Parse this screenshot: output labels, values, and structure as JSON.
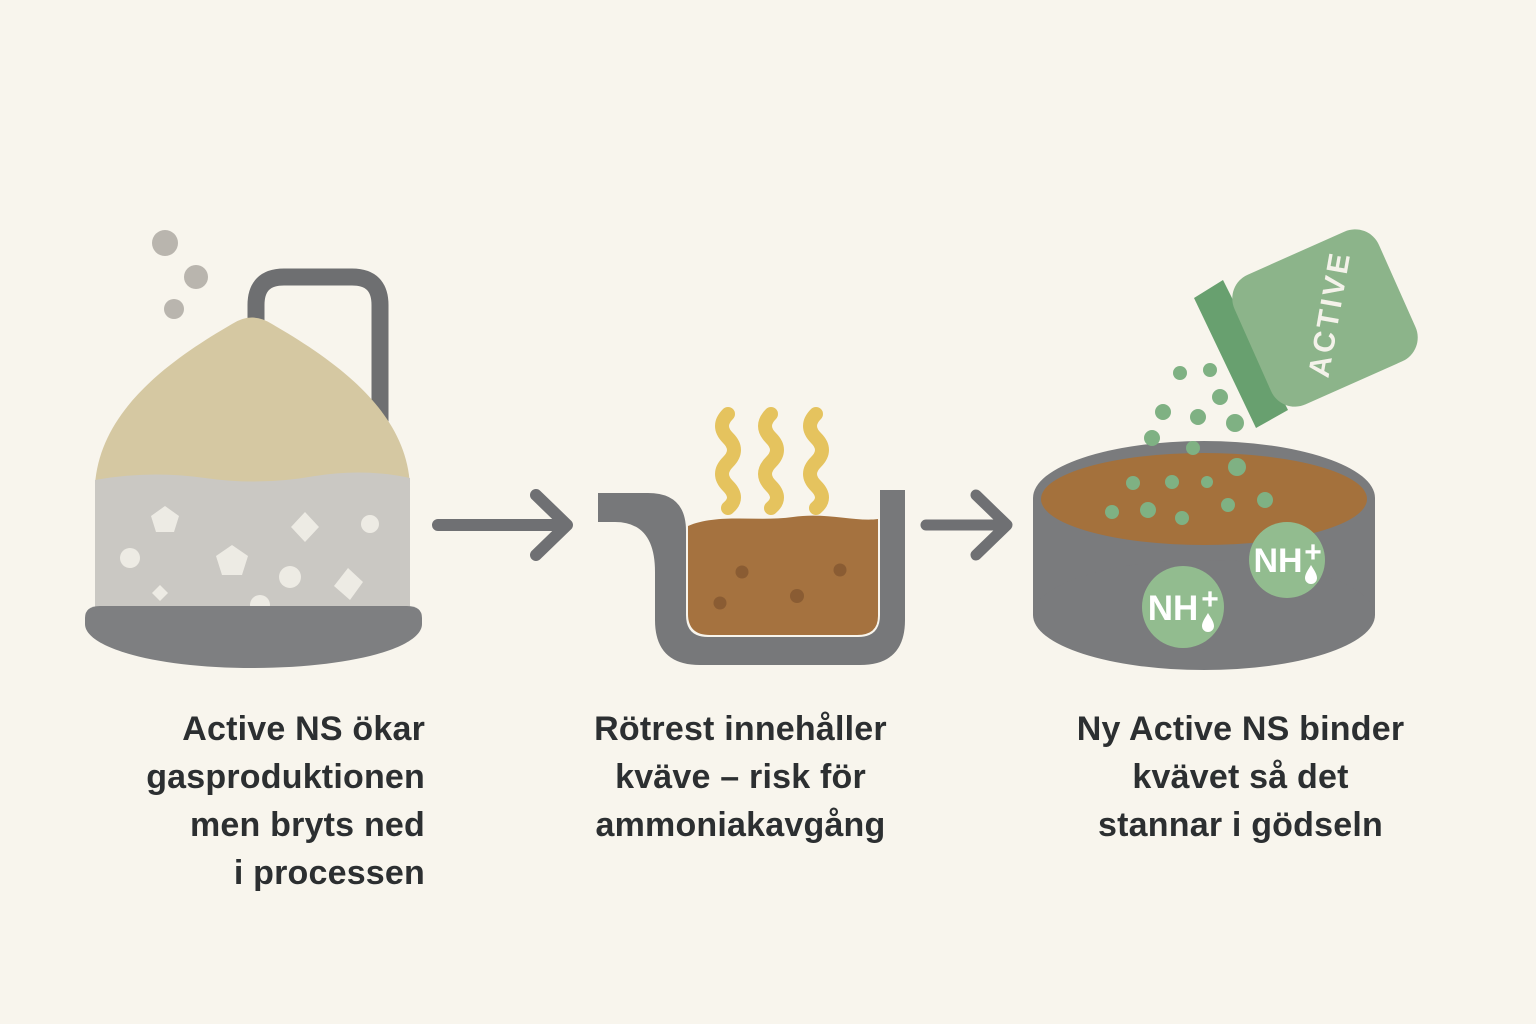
{
  "infographic": {
    "language": "sv",
    "steps": [
      {
        "id": "digester",
        "illustration": "biogas-digester-tank",
        "caption_lines": [
          "Active NS ökar",
          "gasproduktionen",
          "men bryts ned",
          "i processen"
        ]
      },
      {
        "id": "digestate",
        "illustration": "steaming-digestate-vessel",
        "caption_lines": [
          "Rötrest innehåller",
          "kväve – risk för",
          "ammoniakavgång"
        ]
      },
      {
        "id": "binding",
        "illustration": "manure-bowl-with-active-pour",
        "caption_lines": [
          "Ny Active NS binder",
          "kvävet så det",
          "stannar i gödseln"
        ]
      }
    ],
    "bag": {
      "label": "ACTIVE"
    },
    "nh4_badge": {
      "formula": "NH",
      "charge": "+"
    },
    "colors": {
      "background": "#f8f5ed",
      "caption_text": "#2c2f31",
      "dome_tan": "#d5c8a2",
      "tank_body_gray": "#cac8c3",
      "chunk_white": "#edebe4",
      "bubble_gray": "#b9b5ae",
      "structure_gray": "#77787a",
      "base_gray": "#7e7f81",
      "arrow_gray": "#6f7073",
      "steam_yellow": "#e5c35e",
      "digestate_brown": "#a5723f",
      "digestate_dot_brown": "#8a5c33",
      "manure_brown": "#a4713c",
      "bag_green": "#8cb48a",
      "bag_flap_green": "#68a06f",
      "granule_green": "#7fb183",
      "badge_green": "#92bc8f"
    }
  }
}
